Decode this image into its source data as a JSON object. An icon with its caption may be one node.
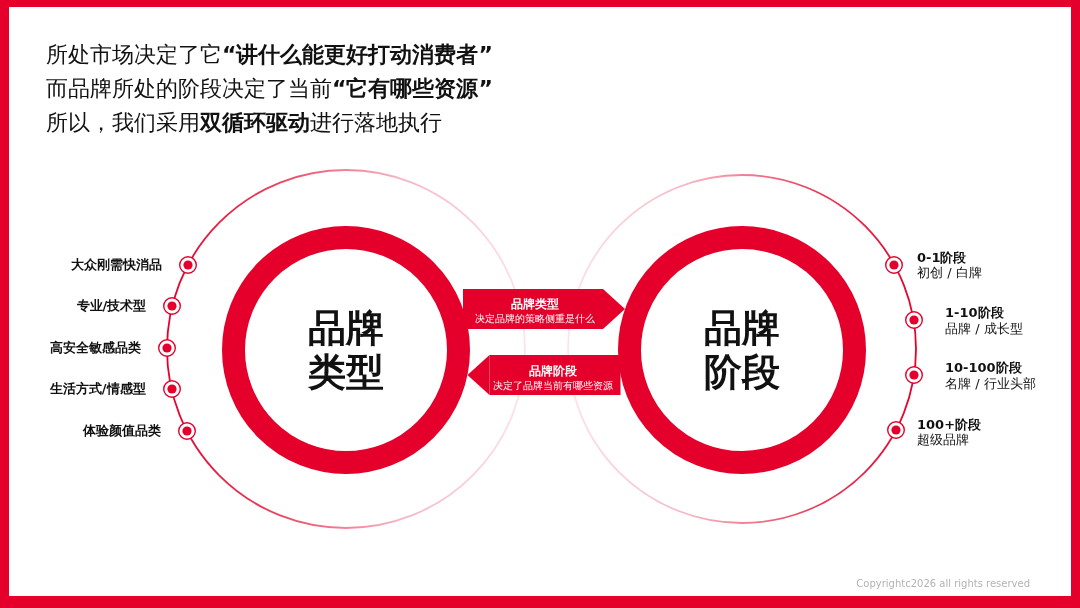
{
  "diagram": {
    "nodes": [
      {
        "text": [
          "品牌类型"
        ]
      },
      {
        "text": [
          "品牌阶段"
        ]
      }
    ],
    "edges": [
      {
        "from": 0,
        "to": 1,
        "arrow": "to",
        "label": "**品牌类型**决定品牌的策略侧重是什么"
      },
      {
        "from": 1,
        "to": 0,
        "arrow": "to",
        "label": "**品牌阶段**决定了品牌当前有哪些资源"
      }
    ],
    "labels": [
      "所处市场决定了它**“讲什么能更好打动消费者”**",
      "而品牌所处的阶段决定了当前**“它有哪些资源”**",
      "所以，我们采用**双循环驱动**进行落地执行",
      "大众刚需快消品",
      "专业/技术型",
      "高安全敏感品类",
      "生活方式/情感型",
      "体验颜值品类",
      "0-1阶段",
      "初创 / 白牌",
      "1-10阶段",
      "品牌 / 成长型",
      "10-100阶段",
      "名牌 / 行业头部",
      "100+阶段",
      "超级品牌",
      "Copyrightc2026 all rights reserved"
    ]
  }
}
